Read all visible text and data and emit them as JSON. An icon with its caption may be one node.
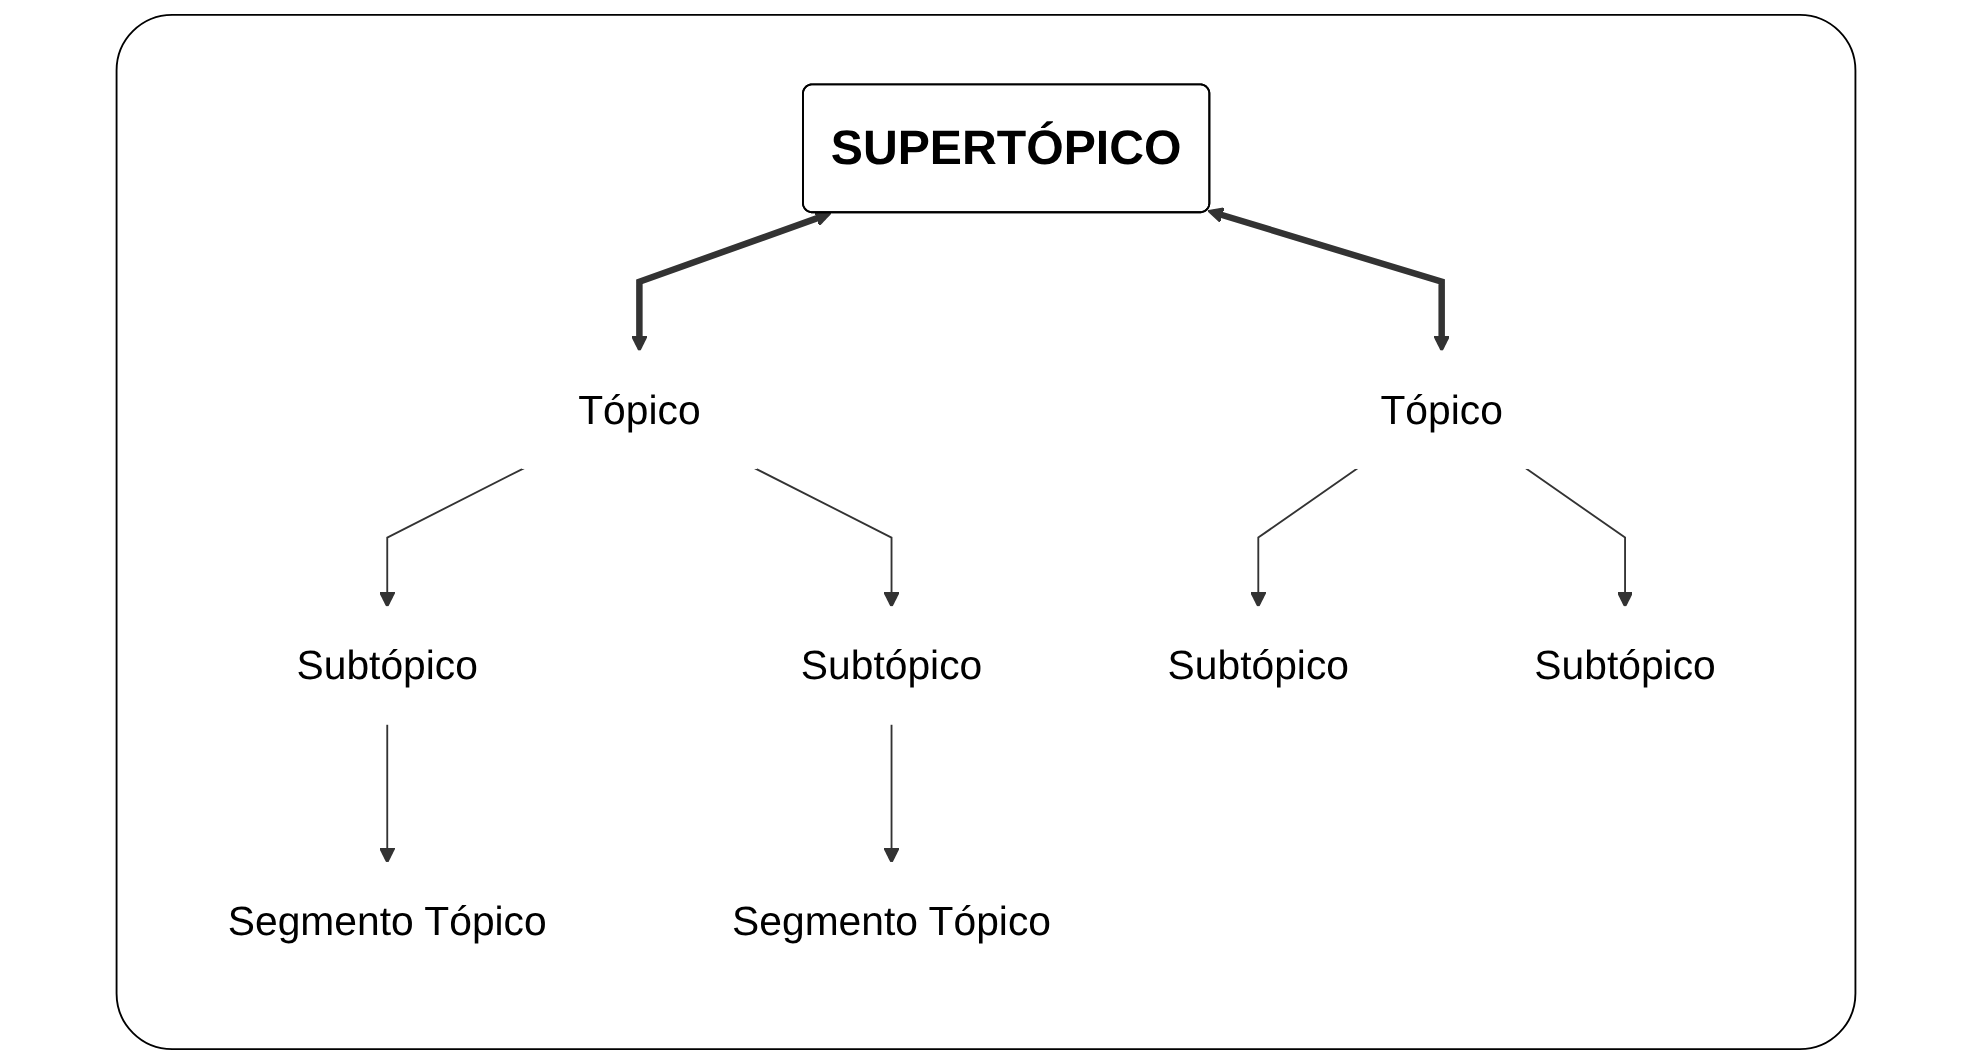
{
  "diagram": {
    "nodes": [
      {
        "text": [],
        "shape": "box"
      },
      {
        "text": [
          "SUPERTÓPICO"
        ],
        "in": 0
      },
      {
        "text": [
          "Tópico"
        ],
        "in": 0
      },
      {
        "text": [
          "Tópico"
        ],
        "in": 0
      },
      {
        "text": [
          "Subtópico"
        ],
        "in": 0
      },
      {
        "text": [
          "Subtópico"
        ],
        "in": 0
      },
      {
        "text": [
          "Subtópico"
        ],
        "in": 0
      },
      {
        "text": [
          "Subtópico"
        ],
        "in": 0
      },
      {
        "text": [
          "Segmento Tópico"
        ],
        "in": 0
      },
      {
        "text": [
          "Segmento Tópico"
        ],
        "in": 0
      }
    ],
    "edges": [
      {
        "from": 1,
        "to": 2,
        "arrow": "both",
        "style": "thick"
      },
      {
        "from": 1,
        "to": 3,
        "arrow": "both",
        "style": "thick"
      },
      {
        "from": 2,
        "to": 4,
        "arrow": "to"
      },
      {
        "from": 2,
        "to": 5,
        "arrow": "to"
      },
      {
        "from": 3,
        "to": 6,
        "arrow": "to"
      },
      {
        "from": 3,
        "to": 7,
        "arrow": "to"
      },
      {
        "from": 4,
        "to": 8,
        "arrow": "to"
      },
      {
        "from": 5,
        "to": 9,
        "arrow": "to"
      }
    ]
  }
}
